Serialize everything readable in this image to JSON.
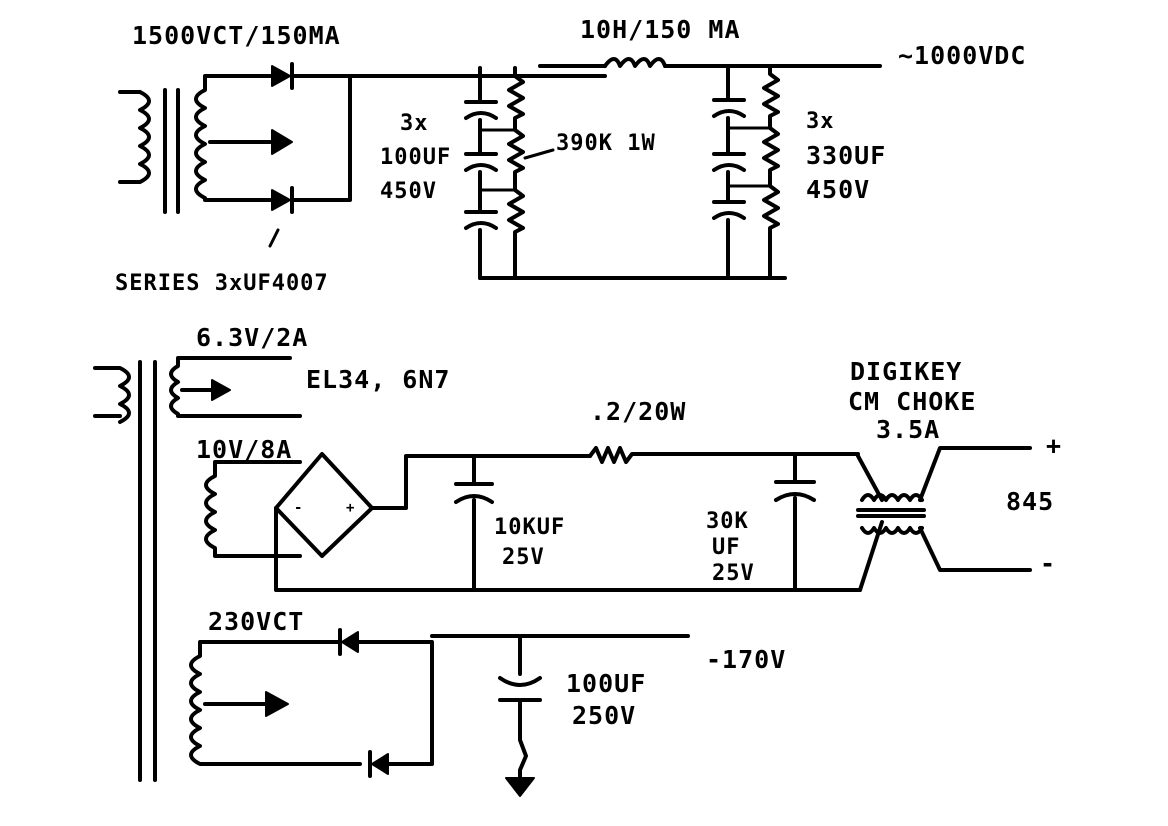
{
  "hv_supply": {
    "transformer": "1500VCT/150MA",
    "choke": "10H/150 MA",
    "output": "~1000VDC",
    "caps_left": [
      "3x",
      "100UF",
      "450V"
    ],
    "bleeder": "390K 1W",
    "caps_right": [
      "3x",
      "330UF",
      "450V"
    ],
    "rectifier_note": "SERIES 3xUF4007"
  },
  "filament_supply": {
    "winding": "6.3V/2A",
    "tubes": "EL34, 6N7"
  },
  "dc_filament_supply": {
    "winding": "10V/8A",
    "resistor": ".2/20W",
    "cap1": [
      "10KUF",
      "25V"
    ],
    "cap2": [
      "30K",
      "UF",
      "25V"
    ],
    "choke": [
      "DIGIKEY",
      "CM CHOKE",
      "3.5A"
    ],
    "plus": "+",
    "minus": "-",
    "load": "845",
    "bridge_minus": "-",
    "bridge_plus": "+"
  },
  "bias_supply": {
    "winding": "230VCT",
    "output": "-170V",
    "cap": [
      "100UF",
      "250V"
    ]
  }
}
